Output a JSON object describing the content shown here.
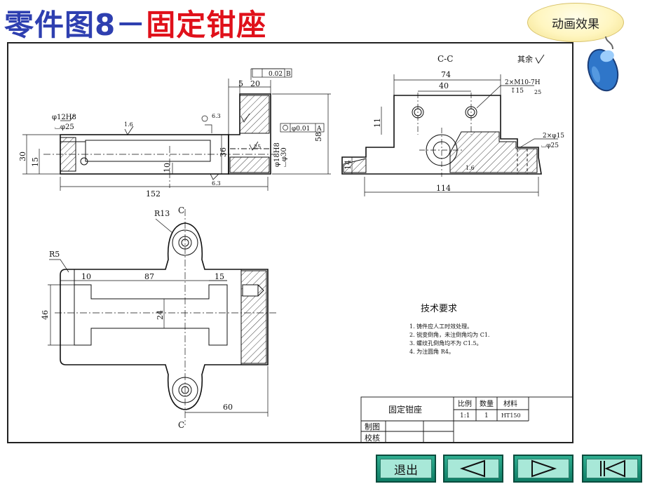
{
  "title": {
    "prefix": "零件图8－",
    "name": "固定钳座"
  },
  "animation_button": {
    "label": "动画效果"
  },
  "drawing": {
    "section_label": "C-C",
    "surface_finish_note": "其余",
    "tech_requirements": {
      "heading": "技术要求",
      "items": [
        "1. 铸件应人工时效处理。",
        "2. 锐变倒角，未注倒角均为 C1.",
        "3. 螺纹孔倒角均不为 C1.5。",
        "4. 为注圆角 R4。"
      ]
    },
    "title_block": {
      "part_name": "固定钳座",
      "scale_label": "比例",
      "qty_label": "数量",
      "material_label": "材料",
      "scale": "1:1",
      "qty": "1",
      "material": "HT150",
      "drawn_by": "制图",
      "checked_by": "校核"
    },
    "dims": {
      "d5": "5",
      "d20": "20",
      "d152": "152",
      "d30": "30",
      "d15": "15",
      "d10": "10",
      "d36": "36",
      "d58": "58",
      "d74": "74",
      "d40": "40",
      "d11": "11",
      "d14": "14",
      "d114": "114",
      "d87": "87",
      "d10b": "10",
      "d15b": "15",
      "d46": "46",
      "d24": "24",
      "d60": "60",
      "r13": "R13",
      "r5": "R5",
      "c_top": "C",
      "c_bottom": "C",
      "phi12": "φ12H8",
      "phi25": "⌴φ25",
      "phi18": "φ18H8",
      "phi30": "⌴φ30",
      "thread": "2×M10-7H",
      "thread_depth": "↧15",
      "holes": "2×φ15",
      "holes_cb": "⌴φ25",
      "perp_tol": "0.02",
      "perp_datum": "B",
      "conc_tol": "φ0.01",
      "conc_datum": "A",
      "ra16": "1.6",
      "ra63": "6.3",
      "ra25": "25"
    }
  },
  "nav": {
    "exit": "退出"
  },
  "colors": {
    "title_prefix": "#2e3fb0",
    "title_name": "#e0101a",
    "nav_button": "#1a9a7e",
    "nav_face": "#a8e8d8"
  }
}
